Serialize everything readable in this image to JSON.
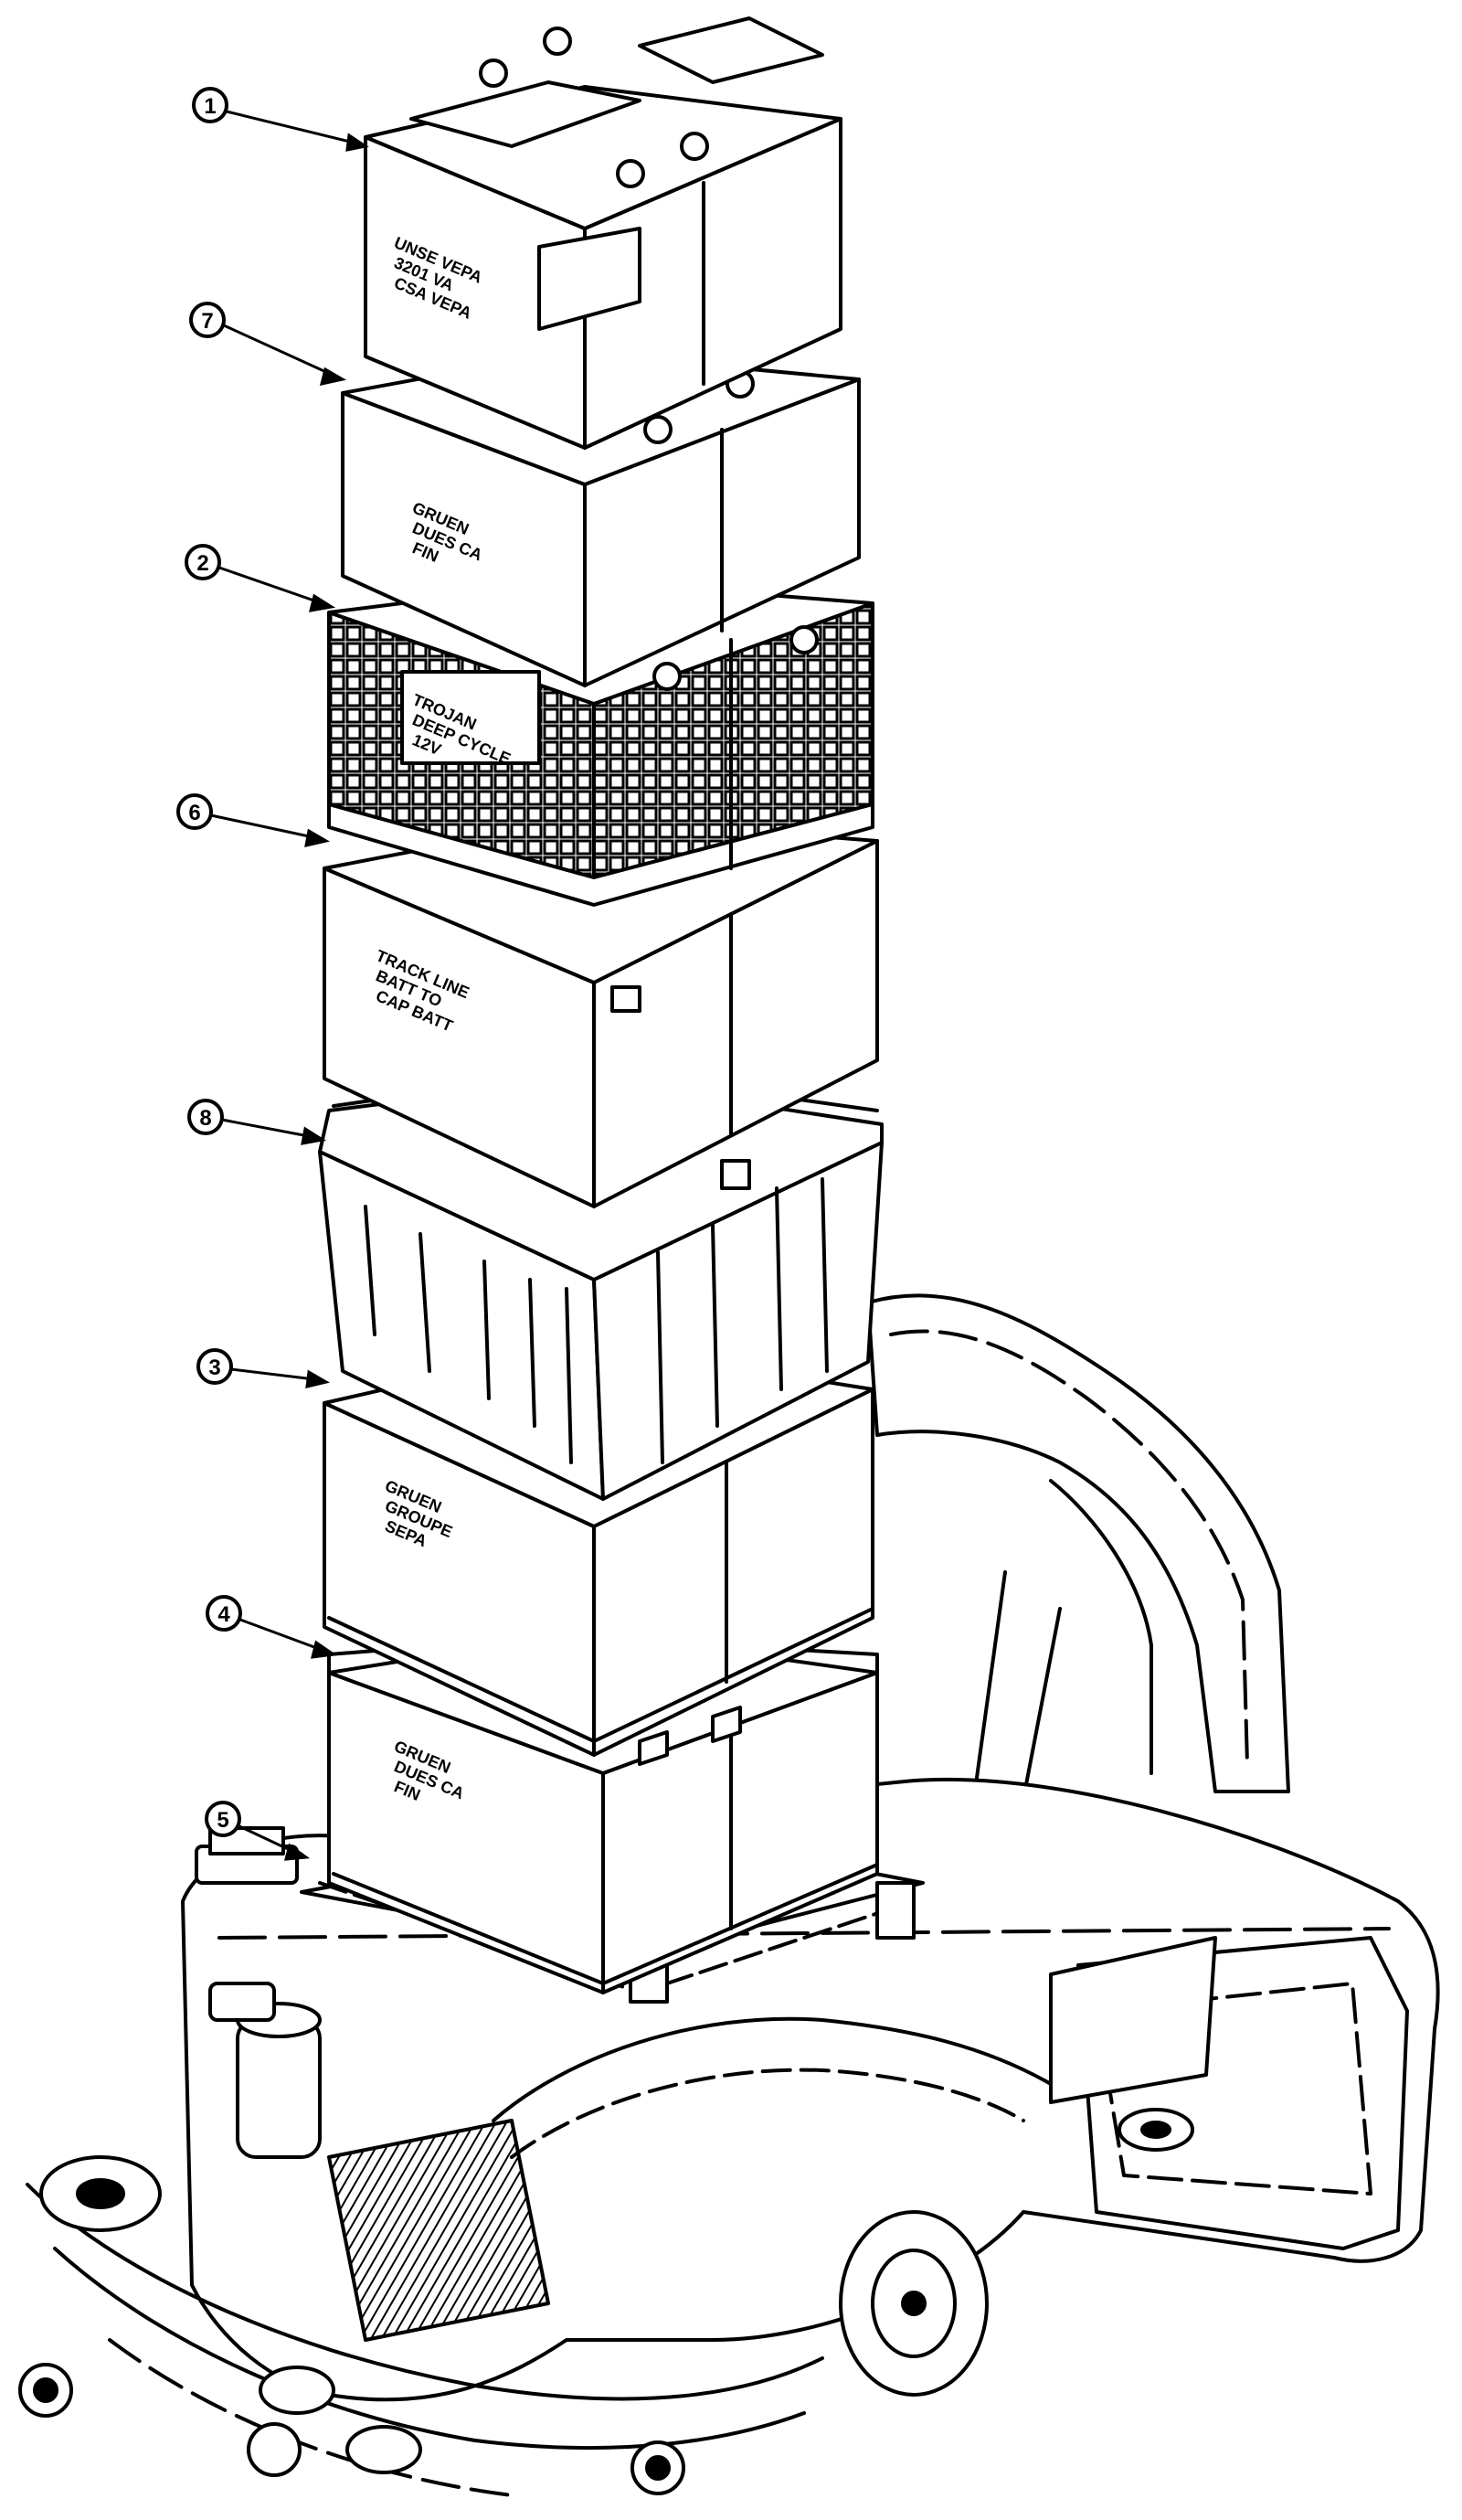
{
  "diagram": {
    "callouts": [
      {
        "id": "callout-1",
        "label": "1"
      },
      {
        "id": "callout-7",
        "label": "7"
      },
      {
        "id": "callout-2",
        "label": "2"
      },
      {
        "id": "callout-6",
        "label": "6"
      },
      {
        "id": "callout-8",
        "label": "8"
      },
      {
        "id": "callout-3",
        "label": "3"
      },
      {
        "id": "callout-4",
        "label": "4"
      },
      {
        "id": "callout-5",
        "label": "5"
      }
    ],
    "battery_labels": [
      [
        "UNSE VEPA",
        "3201 VA",
        "CSA VEPA"
      ],
      [
        "GRUEN",
        "DUES CA",
        "FIN"
      ],
      [
        "TROJAN",
        "DEEP CYCLE",
        "12V"
      ],
      [
        "TRACK LINE",
        "BATT TO",
        "CAP BATT"
      ],
      [
        "GRUEN",
        "GROUPE",
        "SEPA"
      ],
      [
        "GRUEN",
        "DUES CA",
        "FIN"
      ]
    ],
    "line_color": "#000000",
    "background": "#ffffff"
  }
}
